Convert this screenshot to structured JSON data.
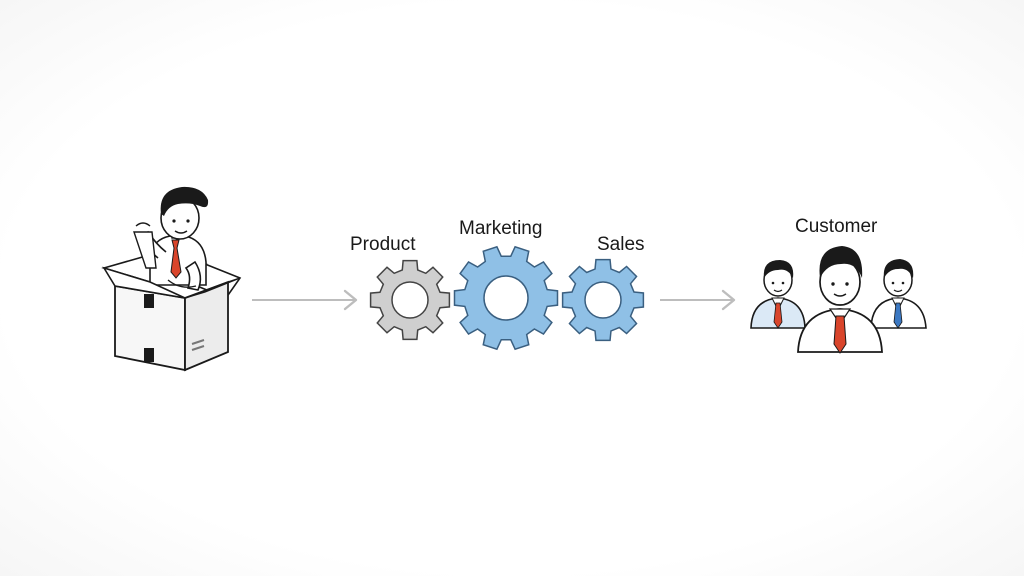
{
  "labels": {
    "product": "Product",
    "marketing": "Marketing",
    "sales": "Sales",
    "customer": "Customer"
  },
  "colors": {
    "ink": "#1a1a1a",
    "gear_gray": "#cfcfcf",
    "gear_blue": "#8fc0e6",
    "tie_red": "#d9452b",
    "tie_blue": "#3b78c2",
    "shirt_blue": "#dbe9f6",
    "arrow": "#bdbdbd"
  }
}
